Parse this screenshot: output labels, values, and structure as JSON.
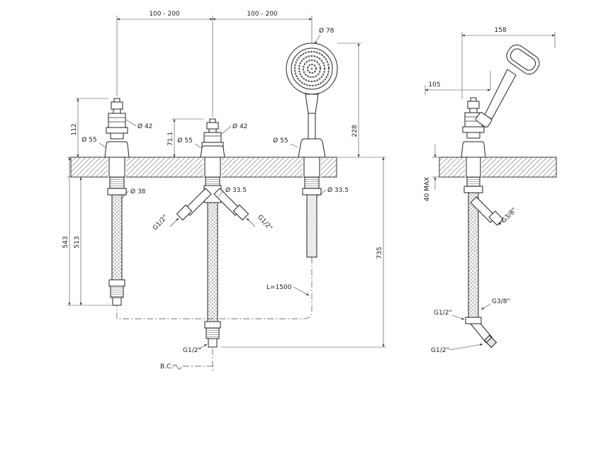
{
  "drawing": {
    "type": "bath-mixer-technical-drawing",
    "views": {
      "front": {
        "dims": {
          "span_left": "100 - 200",
          "span_right": "100 - 200",
          "head_diameter": "Ø 78",
          "handle_height": "112",
          "valve_diameter_left": "Ø 42",
          "base_diameter_left": "Ø 55",
          "mid_handle_height": "71.1",
          "valve_diameter_mid": "Ø 42",
          "base_diameter_mid": "Ø 55",
          "base_diameter_right": "Ø 55",
          "shower_height": "228",
          "shank_diameter": "Ø 38",
          "shank_diameter_mid": "Ø 33.5",
          "shank_diameter_right": "Ø 33.5",
          "depth_total": "543",
          "depth_below": "513",
          "branch_left": "G1/2\"",
          "branch_right": "G1/2\"",
          "overall_height": "735",
          "hose_length": "L=1500",
          "outlet_bottom": "G1/2\"",
          "bc": "B.C."
        }
      },
      "side": {
        "dims": {
          "width": "158",
          "projection": "105",
          "deck_max": "40 MAX",
          "branch_upper": "G3/8\"",
          "hose_lower": "G3/8\"",
          "inlet_upper": "G1/2\"",
          "inlet_lower": "G1/2\""
        }
      }
    }
  }
}
